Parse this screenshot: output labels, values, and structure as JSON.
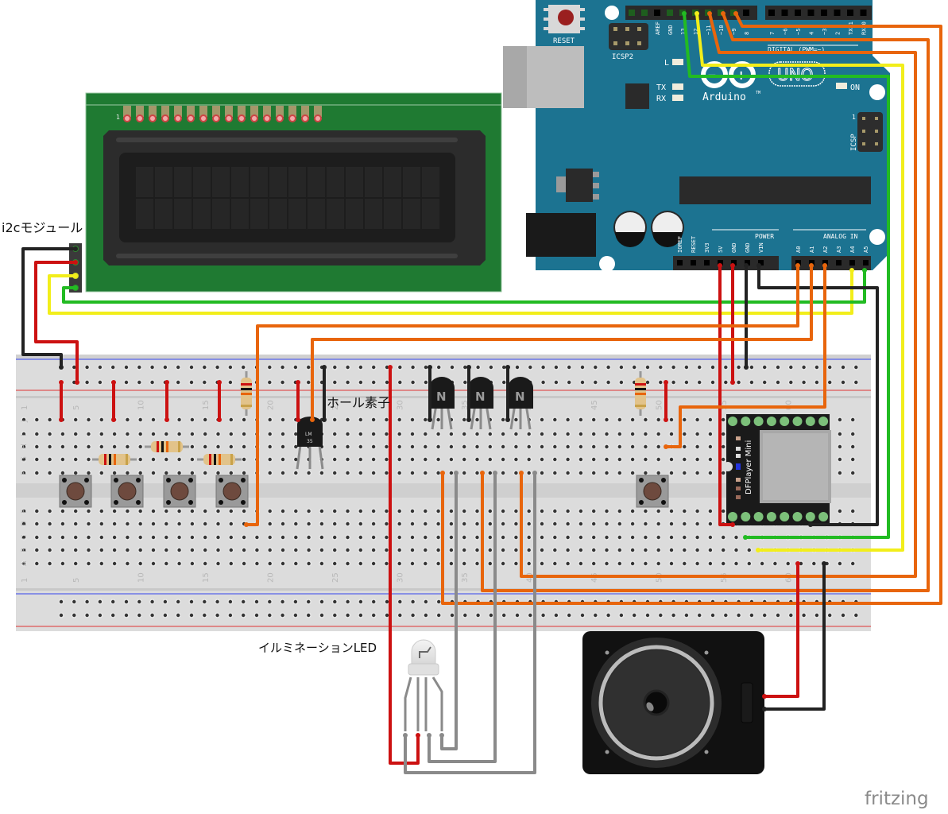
{
  "labels": {
    "i2c_module": "i2cモジュール",
    "hall_sensor": "ホール素子",
    "illumination_led": "イルミネーションLED",
    "watermark": "fritzing"
  },
  "arduino": {
    "brand": "Arduino",
    "tm": "TM",
    "logo_model": "UNO",
    "reset_label": "RESET",
    "icsp2_label": "ICSP2",
    "icsp_label": "ICSP",
    "icsp_pin1": "1",
    "led_l": "L",
    "led_tx": "TX",
    "led_rx": "RX",
    "led_on": "ON",
    "digital_label": "DIGITAL (PWM=~)",
    "power_label": "POWER",
    "analog_label": "ANALOG IN",
    "top_pins": [
      "",
      "",
      "AREF",
      "GND",
      "13",
      "12",
      "~11",
      "~10",
      "~9",
      "8",
      "7",
      "~6",
      "~5",
      "4",
      "~3",
      "2",
      "TX→1",
      "RX←0"
    ],
    "power_pins": [
      "IOREF",
      "RESET",
      "3V3",
      "5V",
      "GND",
      "GND",
      "VIN"
    ],
    "analog_pins": [
      "A0",
      "A1",
      "A2",
      "A3",
      "A4",
      "A5"
    ]
  },
  "lcd": {
    "pin1_label": "1",
    "pin_count": 16,
    "columns": 16,
    "rows": 2
  },
  "temp_sensor": {
    "line1": "LM",
    "line2": "35"
  },
  "transistors": [
    {
      "label": "N"
    },
    {
      "label": "N"
    },
    {
      "label": "N"
    }
  ],
  "dfplayer": {
    "label": "DFPlayer Mini"
  },
  "breadboard": {
    "row_letters_top": [
      "J",
      "I",
      "H",
      "G",
      "F"
    ],
    "row_letters_bottom": [
      "E",
      "D",
      "C",
      "B",
      "A"
    ],
    "column_numbers": [
      "1",
      "5",
      "10",
      "15",
      "20",
      "25",
      "30",
      "35",
      "40",
      "45",
      "50",
      "55",
      "60"
    ]
  },
  "colors": {
    "arduino_board": "#1c7391",
    "lcd_pcb": "#1f7a32",
    "wire_red": "#cc1111",
    "wire_black": "#222222",
    "wire_yellow": "#f2ee1a",
    "wire_green": "#22bb22",
    "wire_orange": "#e8650c",
    "wire_gray": "#8a8a8a"
  }
}
